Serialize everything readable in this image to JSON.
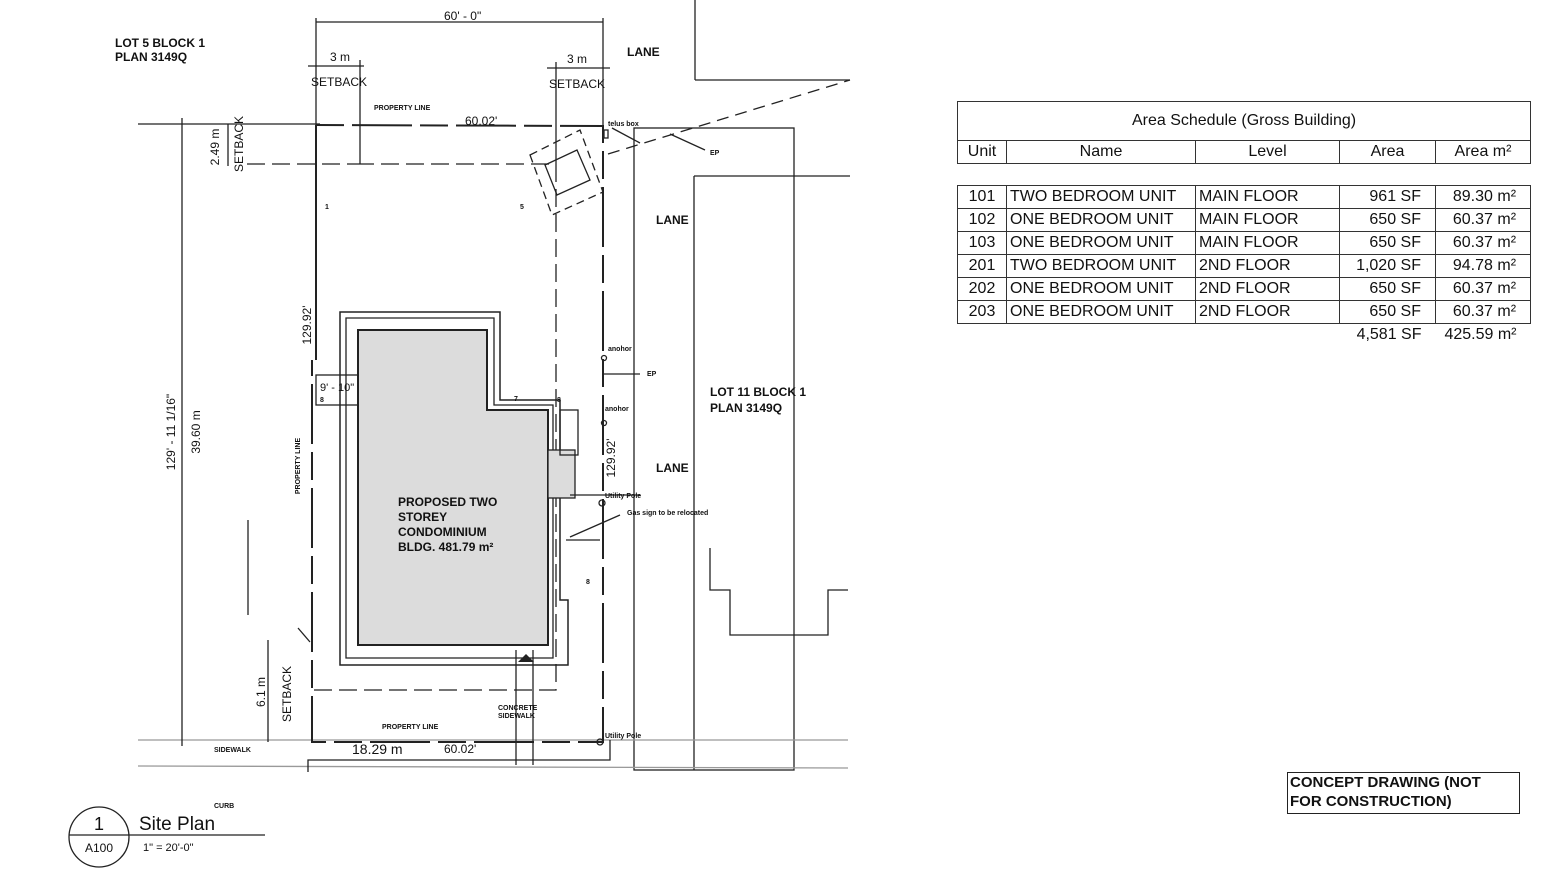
{
  "drawing": {
    "lot_left": [
      "LOT 5 BLOCK 1",
      "PLAN 3149Q"
    ],
    "lot_right": [
      "LOT 11 BLOCK 1",
      "PLAN 3149Q"
    ],
    "lane_labels": [
      "LANE",
      "LANE",
      "LANE"
    ],
    "dim_top": "60' - 0\"",
    "setback_left_dim": "3 m",
    "setback_right_dim": "3 m",
    "setback_label": "SETBACK",
    "setback_top_dim": "2.49 m",
    "setback_bottom_dim": "6.1 m",
    "property_line": "PROPERTY LINE",
    "top_length": "60.02'",
    "bottom_length": "60.02'",
    "bottom_metric": "18.29 m",
    "left_length": "129.92'",
    "right_length": "129.92'",
    "overall_depth_imperial": "129' - 11 1/16\"",
    "overall_depth_metric": "39.60 m",
    "side_dim": "9' - 10\"",
    "telus_box": "telus box",
    "ep": "EP",
    "anchor": "anohor",
    "utility_pole": "Utility Pole",
    "gas_sign": "Gas sign to be relocated",
    "concrete_sidewalk": [
      "CONCRETE",
      "SIDEWALK"
    ],
    "sidewalk": "SIDEWALK",
    "curb": "CURB",
    "building_label": [
      "PROPOSED TWO",
      "STOREY",
      "CONDOMINIUM",
      "BLDG. 481.79 m²"
    ],
    "markers": [
      "1",
      "5",
      "7",
      "8",
      "8",
      "8"
    ]
  },
  "title_block": {
    "number": "1",
    "sheet": "A100",
    "title": "Site Plan",
    "scale": "1\" = 20'-0\""
  },
  "schedule": {
    "title": "Area Schedule (Gross Building)",
    "headers": [
      "Unit",
      "Name",
      "Level",
      "Area",
      "Area m²"
    ],
    "rows": [
      [
        "101",
        "TWO BEDROOM UNIT",
        "MAIN FLOOR",
        "961 SF",
        "89.30 m²"
      ],
      [
        "102",
        "ONE BEDROOM UNIT",
        "MAIN FLOOR",
        "650 SF",
        "60.37 m²"
      ],
      [
        "103",
        "ONE BEDROOM UNIT",
        "MAIN FLOOR",
        "650 SF",
        "60.37 m²"
      ],
      [
        "201",
        "TWO BEDROOM UNIT",
        "2ND FLOOR",
        "1,020 SF",
        "94.78 m²"
      ],
      [
        "202",
        "ONE BEDROOM UNIT",
        "2ND FLOOR",
        "650 SF",
        "60.37 m²"
      ],
      [
        "203",
        "ONE BEDROOM UNIT",
        "2ND FLOOR",
        "650 SF",
        "60.37 m²"
      ]
    ],
    "total_sf": "4,581 SF",
    "total_m2": "425.59 m²"
  },
  "note": [
    "CONCEPT DRAWING (NOT",
    "FOR CONSTRUCTION)"
  ]
}
